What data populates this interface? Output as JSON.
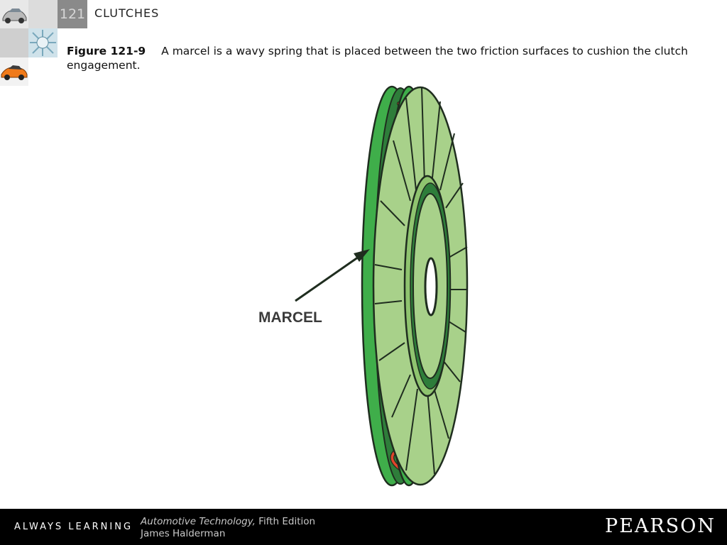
{
  "header": {
    "chapter_number": "121",
    "chapter_title": "CLUTCHES"
  },
  "caption": {
    "figure_label": "Figure 121-9",
    "text": "A marcel is a wavy spring that is placed between the two friction surfaces to cushion the clutch engagement."
  },
  "illustration": {
    "label": "MARCEL",
    "colors": {
      "facing_light": "#a8d18a",
      "facing_mid": "#8fc46f",
      "edge_green": "#3fae4a",
      "dark_green": "#2e7d3a",
      "spring_red": "#e0452b",
      "outline": "#1f2d1f"
    }
  },
  "footer": {
    "tagline": "ALWAYS LEARNING",
    "book_title": "Automotive Technology,",
    "edition": "Fifth Edition",
    "author": "James Halderman",
    "publisher": "PEARSON"
  }
}
